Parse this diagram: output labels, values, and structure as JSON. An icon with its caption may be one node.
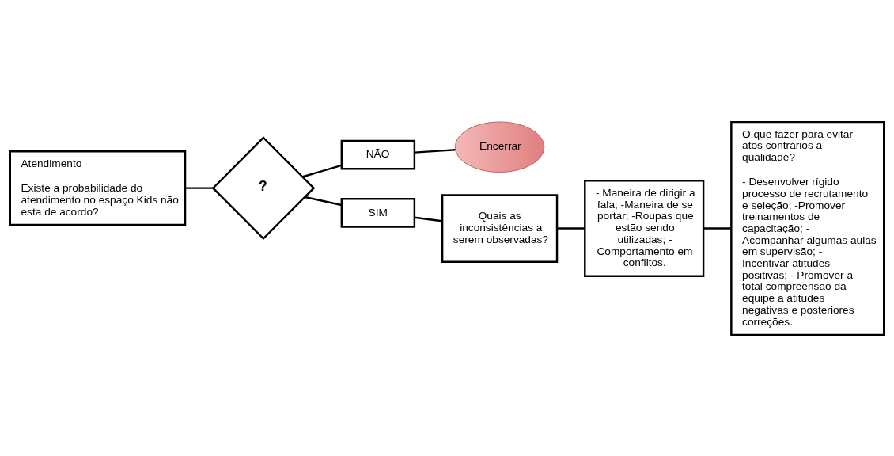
{
  "diagram": {
    "nodes": [
      {
        "text": [
          "Atendimento",
          "Existe a probabilidade do atendimento no espaço Kids não esta de acordo?"
        ]
      },
      {
        "text": [
          "?"
        ]
      },
      {
        "text": [
          "NÃO"
        ]
      },
      {
        "text": [
          "Encerrar"
        ]
      },
      {
        "text": [
          "SIM"
        ]
      },
      {
        "text": [
          "Quais as inconsistências a serem observadas?"
        ]
      },
      {
        "text": [
          "- Maneira de dirigir a fala; -Maneira de se portar; -Roupas que estão sendo utilizadas; - Comportamento em conflitos."
        ]
      },
      {
        "text": [
          "O que fazer para evitar atos contrários a qualidade?",
          "- Desenvolver rígido processo de recrutamento e seleção; -Promover treinamentos de capacitação; - Acompanhar algumas aulas em supervisão; - Incentivar atitudes positivas; - Promover a total compreensão da equipe a atitudes negativas e posteriores correções."
        ]
      }
    ],
    "edges": [
      {
        "from": 0,
        "to": 1,
        "arrow": "none"
      },
      {
        "from": 1,
        "to": 2,
        "arrow": "none"
      },
      {
        "from": 2,
        "to": 3,
        "arrow": "none"
      },
      {
        "from": 1,
        "to": 4,
        "arrow": "none"
      },
      {
        "from": 4,
        "to": 5,
        "arrow": "none"
      },
      {
        "from": 5,
        "to": 6,
        "arrow": "none"
      },
      {
        "from": 6,
        "to": 7,
        "arrow": "none"
      }
    ]
  }
}
